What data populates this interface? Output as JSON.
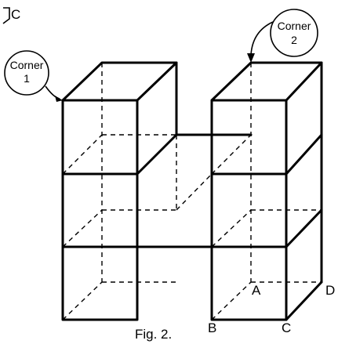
{
  "corner_fragment": "C",
  "callout_1": {
    "word": "Corner",
    "number": "1"
  },
  "callout_2": {
    "word": "Corner",
    "number": "2"
  },
  "vertex_labels": {
    "a": "A",
    "b": "B",
    "c": "C",
    "d": "D"
  },
  "caption": "Fig. 2."
}
